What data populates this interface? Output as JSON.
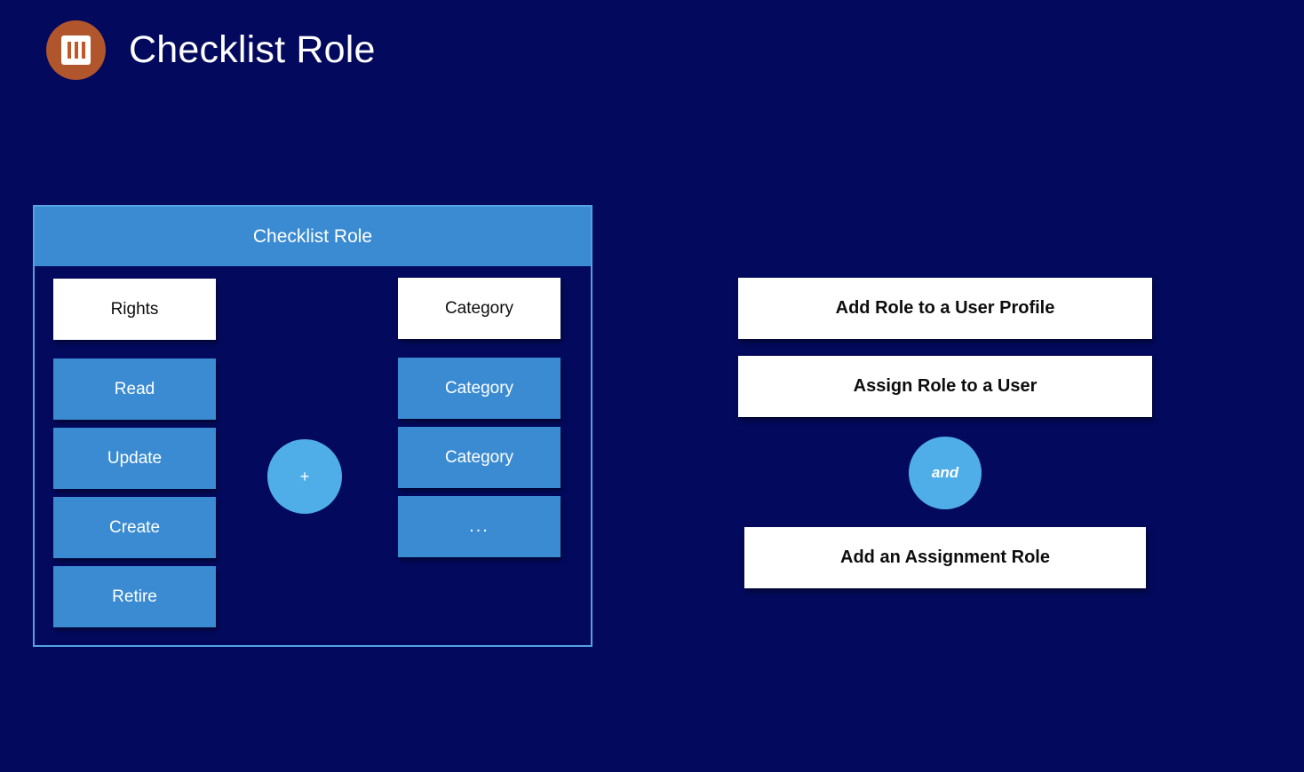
{
  "header": {
    "title": "Checklist Role",
    "logo_icon": "checklist-columns-icon",
    "logo_bg_color": "#b1562c",
    "logo_bar_color": "#c2572a"
  },
  "theme": {
    "page_background": "#030a5e",
    "panel_border": "#54a2e0",
    "panel_header_bg": "#3a8bd2",
    "chip_blue": "#3a8bd2",
    "circle_blue": "#4faee8",
    "box_white": "#ffffff",
    "text_dark": "#0d0d0d",
    "text_light": "#ffffff"
  },
  "role_panel": {
    "title": "Checklist Role",
    "rights_column": {
      "heading": "Rights",
      "items": [
        {
          "label": "Read"
        },
        {
          "label": "Update"
        },
        {
          "label": "Create"
        },
        {
          "label": "Retire"
        }
      ]
    },
    "category_column": {
      "heading": "Category",
      "items": [
        {
          "label": "Category"
        },
        {
          "label": "Category"
        },
        {
          "label": "..."
        }
      ]
    },
    "combiner": {
      "symbol": "+",
      "icon": "plus-icon"
    }
  },
  "actions": {
    "items": [
      {
        "label": "Add Role to a User Profile"
      },
      {
        "label": "Assign Role to a User"
      }
    ],
    "connector": {
      "label": "and"
    },
    "final": {
      "label": "Add an Assignment Role"
    }
  }
}
